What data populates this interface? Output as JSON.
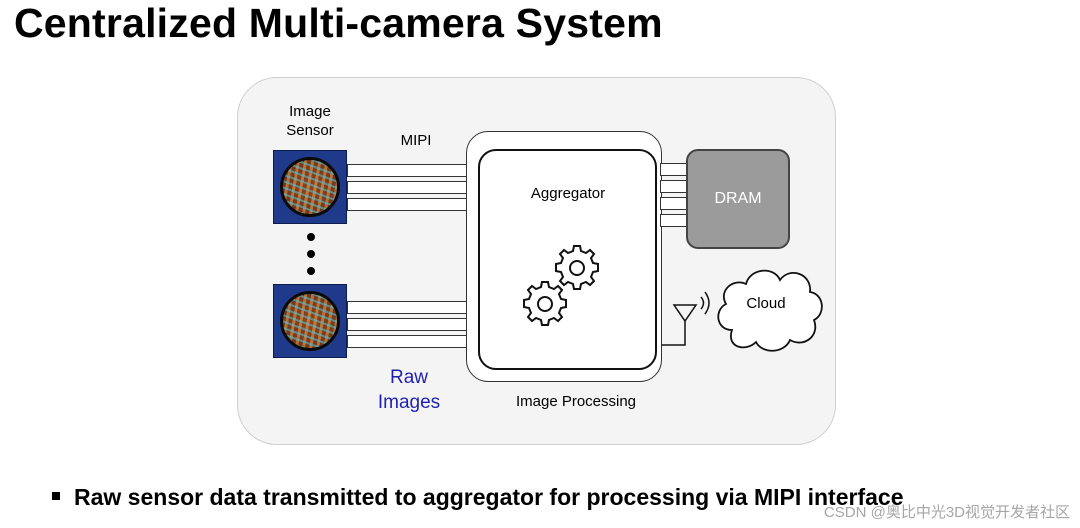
{
  "title": "Centralized Multi-camera System",
  "diagram": {
    "image_sensor_label": "Image\nSensor",
    "mipi_label": "MIPI",
    "raw_images_label": "Raw\nImages",
    "aggregator_label": "Aggregator",
    "image_processing_label": "Image Processing",
    "dram_label": "DRAM",
    "cloud_label": "Cloud"
  },
  "bullet": "Raw sensor data transmitted to aggregator for processing via MIPI interface",
  "watermark": "CSDN @奥比中光3D视觉开发者社区",
  "colors": {
    "raw_images": "#1f1fb4",
    "dram_fill": "#9b9b9b",
    "sensor_frame": "#1f3a8a"
  }
}
